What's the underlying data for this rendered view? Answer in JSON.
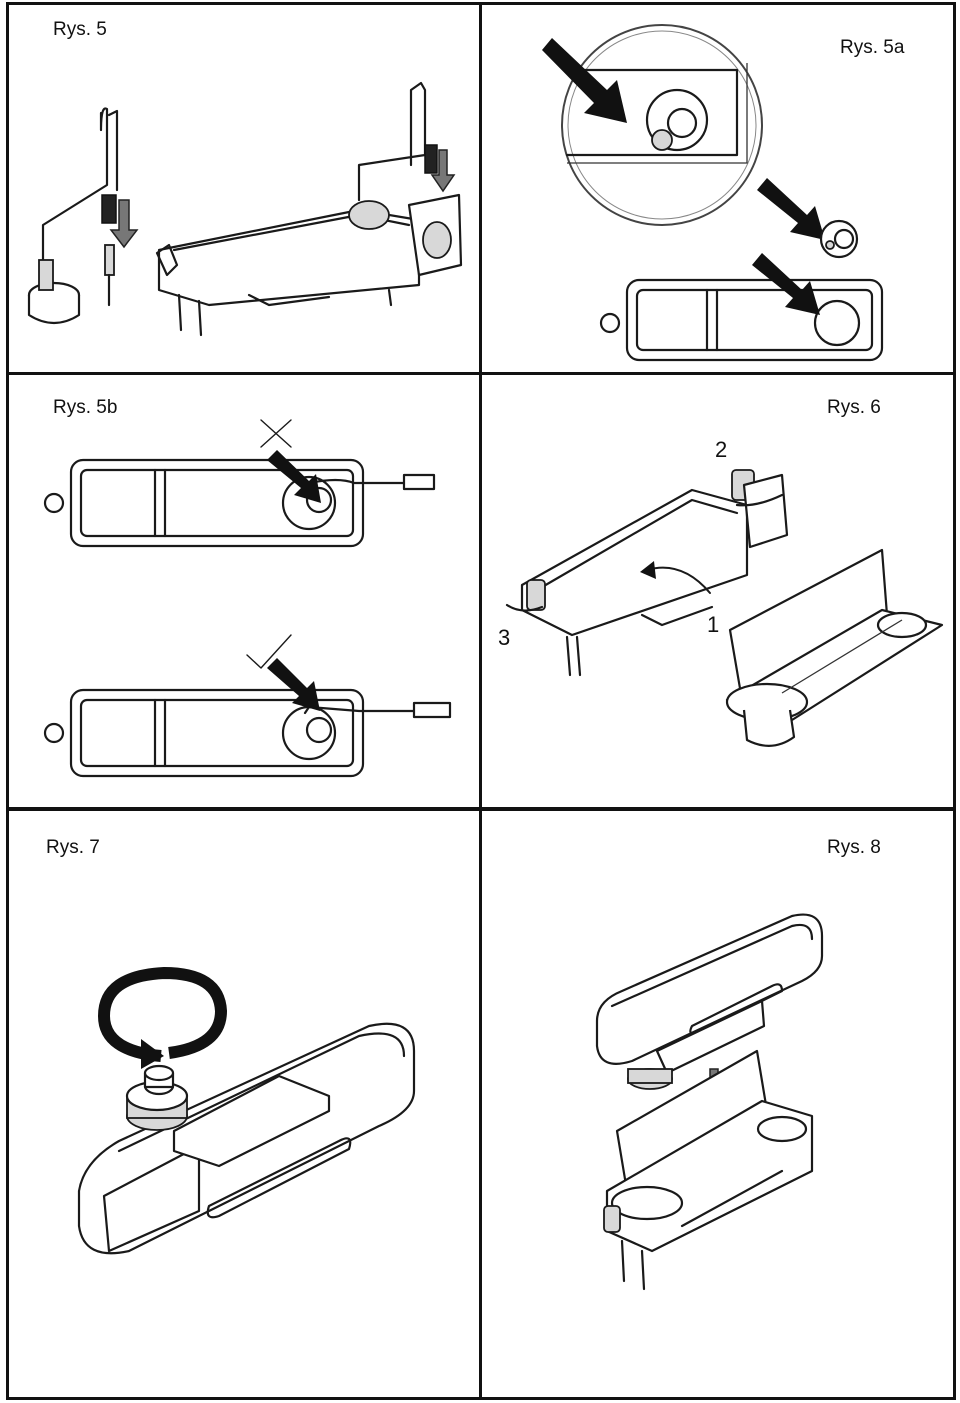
{
  "figures": {
    "rys5": {
      "label": "Rys. 5"
    },
    "rys5a": {
      "label": "Rys. 5a"
    },
    "rys5b": {
      "label": "Rys. 5b"
    },
    "rys6": {
      "label": "Rys. 6",
      "steps": [
        "1",
        "2",
        "3"
      ]
    },
    "rys7": {
      "label": "Rys. 7"
    },
    "rys8": {
      "label": "Rys. 8"
    }
  },
  "icons": {
    "wrong_mark": "cross-icon",
    "right_mark": "check-icon",
    "rotate": "rotate-arrow-icon"
  },
  "colors": {
    "line": "#1a1a1a",
    "border": "#111111",
    "background": "#ffffff"
  }
}
